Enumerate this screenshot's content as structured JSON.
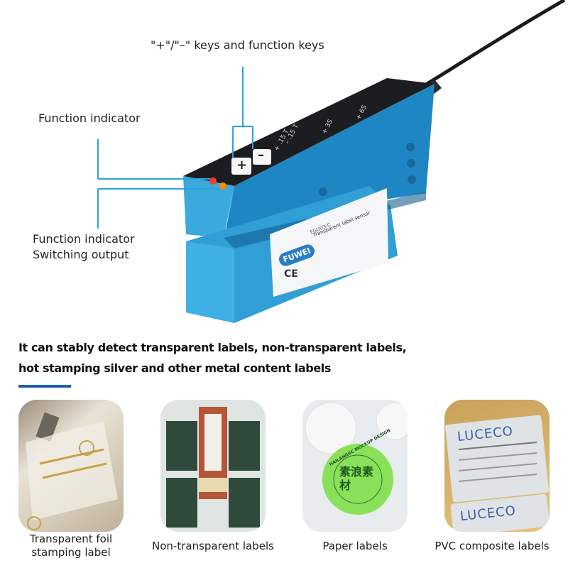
{
  "annotations": {
    "keys": "\"+\"/\"–\" keys and function keys",
    "function_indicator": "Function indicator",
    "function_indicator_switching_line1": "Function indicator",
    "function_indicator_switching_line2": "Switching output"
  },
  "device": {
    "brand": "FUWEI",
    "model": "FGU03-C",
    "product_name": "Transparent label sensor",
    "mark": "CE",
    "plus_key": "+",
    "minus_key": "–",
    "top_label_a": "– .15 T",
    "top_label_b": "+ .15 T",
    "top_label_c": "+ 3S",
    "top_label_d": "+ 6S"
  },
  "headline": {
    "line1": "It can stably detect transparent labels, non-transparent labels,",
    "line2": "hot stamping silver and other metal content labels"
  },
  "colors": {
    "sensor_blue": "#2f9fd6",
    "accent_line": "#2aa3dc",
    "divider": "#1f5fa8"
  },
  "examples": [
    {
      "caption_line1": "Transparent foil",
      "caption_line2": "stamping label"
    },
    {
      "caption": "Non-transparent labels"
    },
    {
      "caption": "Paper labels",
      "sticker_text": "HAILANGSC MOCKUP DESIGN",
      "sticker_cn": "素浪素材"
    },
    {
      "caption": "PVC composite labels",
      "brand": "LUCECO"
    }
  ]
}
